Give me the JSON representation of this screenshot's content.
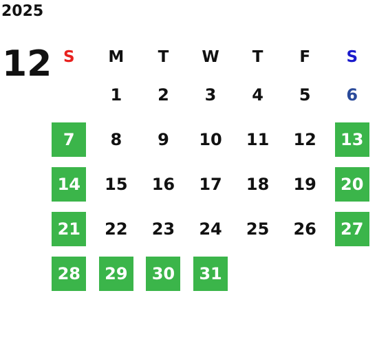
{
  "calendar": {
    "year": "2025",
    "month": "12",
    "weekdays": [
      {
        "label": "S",
        "color": "#e8211e"
      },
      {
        "label": "M",
        "color": "#111111"
      },
      {
        "label": "T",
        "color": "#111111"
      },
      {
        "label": "W",
        "color": "#111111"
      },
      {
        "label": "T",
        "color": "#111111"
      },
      {
        "label": "F",
        "color": "#111111"
      },
      {
        "label": "S",
        "color": "#1a1acc"
      }
    ],
    "weeks": [
      [
        "",
        "1",
        "2",
        "3",
        "4",
        "5",
        "6"
      ],
      [
        "7",
        "8",
        "9",
        "10",
        "11",
        "12",
        "13"
      ],
      [
        "14",
        "15",
        "16",
        "17",
        "18",
        "19",
        "20"
      ],
      [
        "21",
        "22",
        "23",
        "24",
        "25",
        "26",
        "27"
      ],
      [
        "28",
        "29",
        "30",
        "31",
        "",
        "",
        ""
      ]
    ],
    "highlighted": [
      "7",
      "13",
      "14",
      "20",
      "21",
      "27",
      "28",
      "29",
      "30",
      "31"
    ],
    "colors": {
      "highlight_bg": "#3bb54a",
      "highlight_text": "#ffffff",
      "saturday_text": "#2a4a9a"
    }
  }
}
